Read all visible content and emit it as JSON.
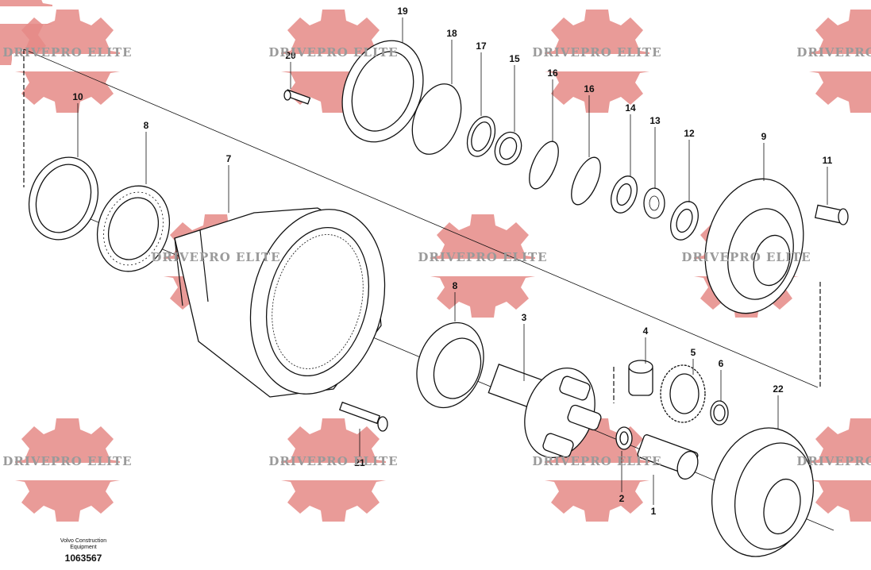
{
  "watermark": {
    "text": "DRIVEPRO ELITE",
    "color": "#e58a86"
  },
  "footer": {
    "brand_line1": "Volvo Construction",
    "brand_line2": "Equipment",
    "number": "1063567"
  },
  "callouts": [
    "1",
    "2",
    "3",
    "4",
    "5",
    "6",
    "7",
    "8",
    "8",
    "9",
    "10",
    "11",
    "12",
    "13",
    "14",
    "15",
    "16",
    "16",
    "17",
    "18",
    "19",
    "20",
    "21",
    "22"
  ]
}
